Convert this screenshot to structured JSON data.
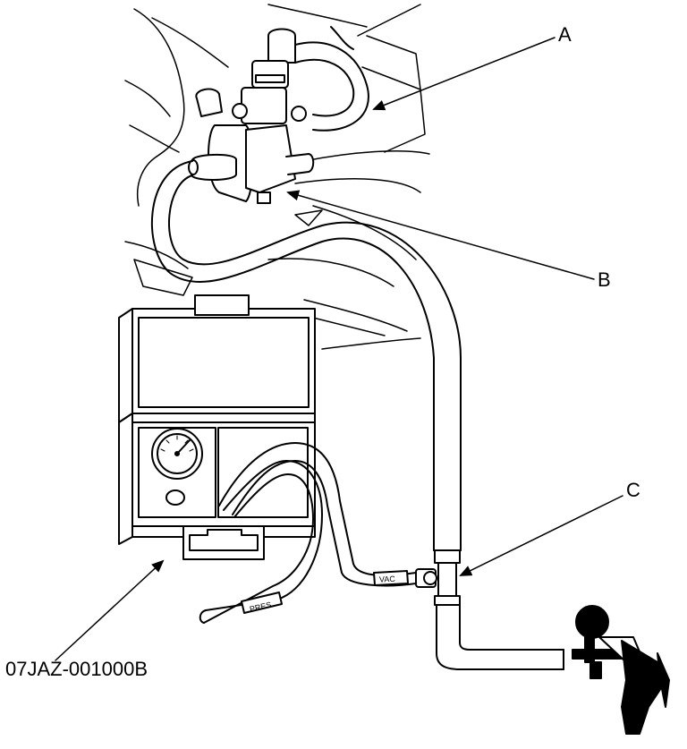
{
  "callouts": {
    "a": "A",
    "b": "B",
    "c": "C",
    "tool_number": "07JAZ-001000B"
  },
  "hose_labels": {
    "vac": "VAC",
    "pres": "PRES"
  },
  "colors": {
    "line": "#000000",
    "background": "#ffffff"
  }
}
